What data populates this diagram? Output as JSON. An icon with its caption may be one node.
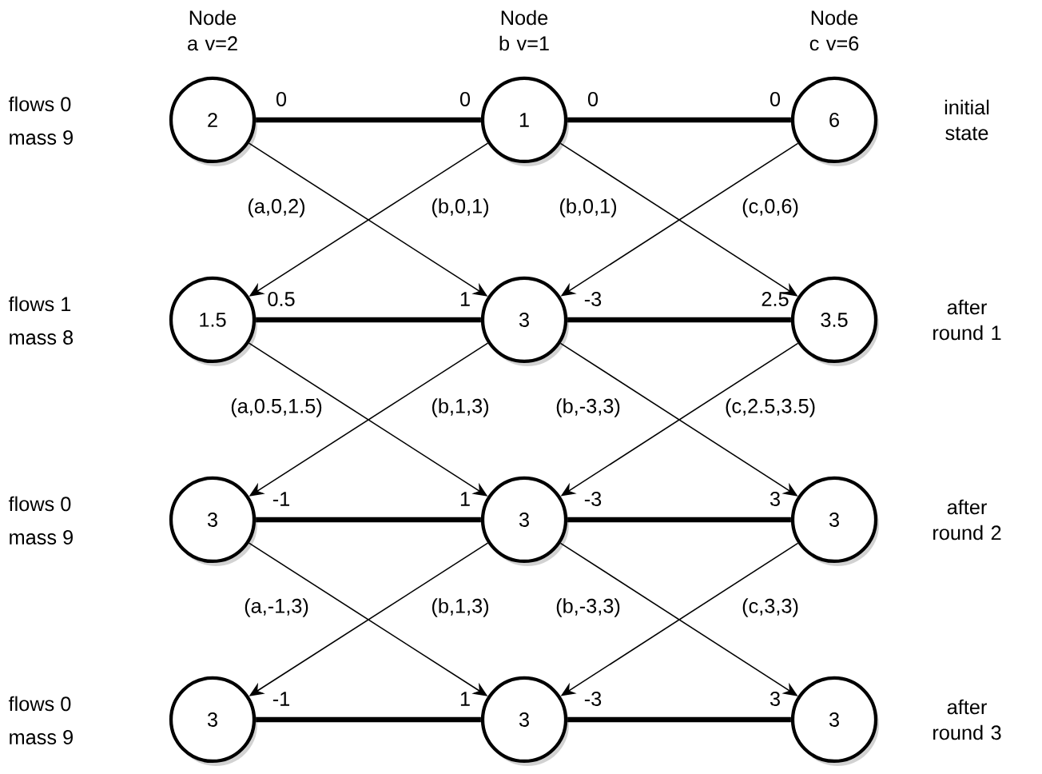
{
  "diagram": {
    "nodes": [
      {
        "text": [
          "2"
        ],
        "beside": [
          "Node a v=2"
        ]
      },
      {
        "text": [
          "1"
        ],
        "beside": [
          "Node b v=1"
        ]
      },
      {
        "text": [
          "6"
        ],
        "beside": [
          "Node c v=6"
        ]
      },
      {
        "text": [
          "1.5"
        ]
      },
      {
        "text": [
          "3"
        ]
      },
      {
        "text": [
          "3.5"
        ]
      },
      {
        "text": [
          "3"
        ]
      },
      {
        "text": [
          "3"
        ]
      },
      {
        "text": [
          "3"
        ]
      },
      {
        "text": [
          "3"
        ]
      },
      {
        "text": [
          "3"
        ]
      },
      {
        "text": [
          "3"
        ]
      }
    ],
    "edges": [
      {
        "from": 0,
        "to": 1,
        "arrow": "none",
        "style": "thick"
      },
      {
        "from": 1,
        "to": 2,
        "arrow": "none",
        "style": "thick"
      },
      {
        "from": 0,
        "to": 4,
        "arrow": "to",
        "label": "(a,0,2)"
      },
      {
        "from": 1,
        "to": 3,
        "arrow": "to",
        "label": "(b,0,1)"
      },
      {
        "from": 1,
        "to": 5,
        "arrow": "to",
        "label": "(b,0,1)"
      },
      {
        "from": 2,
        "to": 4,
        "arrow": "to",
        "label": "(c,0,6)"
      },
      {
        "from": 3,
        "to": 4,
        "arrow": "none",
        "style": "thick"
      },
      {
        "from": 4,
        "to": 5,
        "arrow": "none",
        "style": "thick"
      },
      {
        "from": 3,
        "to": 7,
        "arrow": "to",
        "label": "(a,0.5,1.5)"
      },
      {
        "from": 4,
        "to": 6,
        "arrow": "to",
        "label": "(b,1,3)"
      },
      {
        "from": 4,
        "to": 8,
        "arrow": "to",
        "label": "(b,-3,3)"
      },
      {
        "from": 5,
        "to": 7,
        "arrow": "to",
        "label": "(c,2.5,3.5)"
      },
      {
        "from": 6,
        "to": 7,
        "arrow": "none",
        "style": "thick"
      },
      {
        "from": 7,
        "to": 8,
        "arrow": "none",
        "style": "thick"
      },
      {
        "from": 6,
        "to": 10,
        "arrow": "to",
        "label": "(a,-1,3)"
      },
      {
        "from": 7,
        "to": 9,
        "arrow": "to",
        "label": "(b,1,3)"
      },
      {
        "from": 7,
        "to": 11,
        "arrow": "to",
        "label": "(b,-3,3)"
      },
      {
        "from": 8,
        "to": 10,
        "arrow": "to",
        "label": "(c,3,3)"
      },
      {
        "from": 9,
        "to": 10,
        "arrow": "none",
        "style": "thick"
      },
      {
        "from": 10,
        "to": 11,
        "arrow": "none",
        "style": "thick"
      }
    ],
    "labels": [
      "flows 0",
      "mass 9",
      "0",
      "0",
      "0",
      "0",
      "initial state",
      "flows 1",
      "mass 8",
      "0.5",
      "1",
      "-3",
      "2.5",
      "after round 1",
      "flows 0",
      "mass 9",
      "-1",
      "1",
      "-3",
      "3",
      "after round 2",
      "flows 0",
      "mass 9",
      "-1",
      "1",
      "-3",
      "3",
      "after round 3"
    ]
  }
}
